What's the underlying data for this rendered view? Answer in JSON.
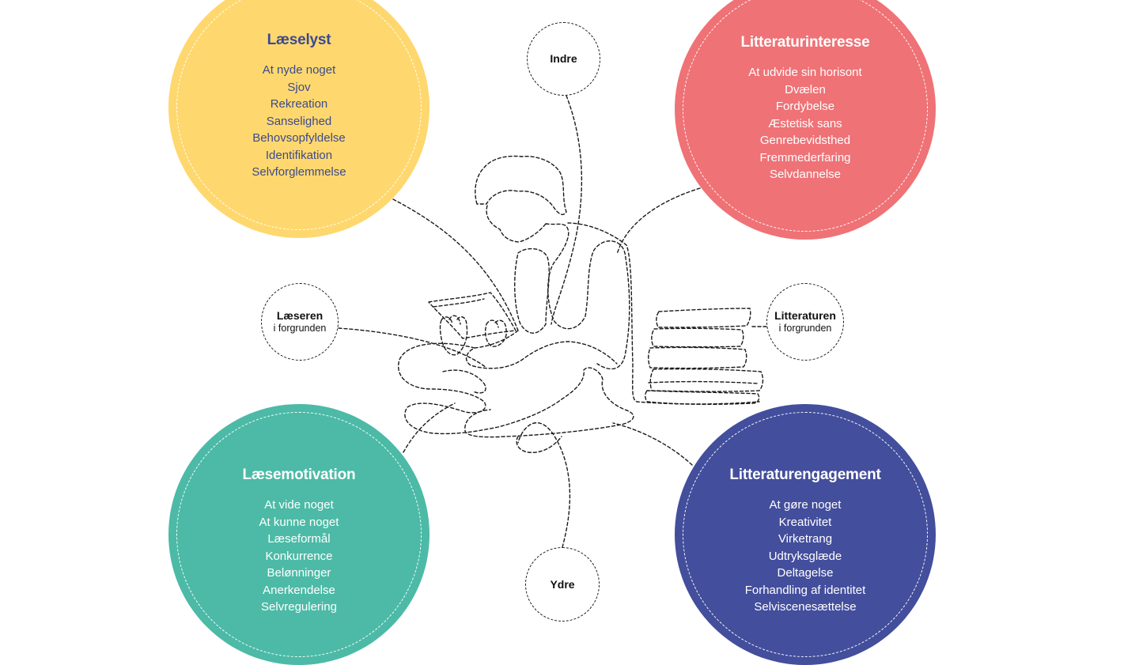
{
  "circles": {
    "laeselyst": {
      "title": "Læselyst",
      "items": [
        "At nyde noget",
        "Sjov",
        "Rekreation",
        "Sanselighed",
        "Behovsopfyldelse",
        "Identifikation",
        "Selvforglemmelse"
      ],
      "color": "#fed86e",
      "text_color": "#3c4a8e"
    },
    "litteraturinteresse": {
      "title": "Litteraturinteresse",
      "items": [
        "At udvide sin horisont",
        "Dvælen",
        "Fordybelse",
        "Æstetisk sans",
        "Genrebevidsthed",
        "Fremmederfaring",
        "Selvdannelse"
      ],
      "color": "#ef7276",
      "text_color": "#ffffff"
    },
    "laesemotivation": {
      "title": "Læsemotivation",
      "items": [
        "At vide noget",
        "At kunne noget",
        "Læseformål",
        "Konkurrence",
        "Belønninger",
        "Anerkendelse",
        "Selvregulering"
      ],
      "color": "#4cbaa6",
      "text_color": "#ffffff"
    },
    "litteraturengagement": {
      "title": "Litteraturengagement",
      "items": [
        "At gøre noget",
        "Kreativitet",
        "Virketrang",
        "Udtryksglæde",
        "Deltagelse",
        "Forhandling af identitet",
        "Selviscenesættelse"
      ],
      "color": "#434e9c",
      "text_color": "#ffffff"
    }
  },
  "nodes": {
    "indre": {
      "title": "Indre"
    },
    "ydre": {
      "title": "Ydre"
    },
    "laeseren": {
      "title": "Læseren",
      "subtitle": "i forgrunden"
    },
    "litteraturen": {
      "title": "Litteraturen",
      "subtitle": "i forgrunden"
    }
  },
  "illustration": {
    "icon": "reading-person-with-book-stack-line-drawing",
    "line_color": "#1a1a1a"
  }
}
